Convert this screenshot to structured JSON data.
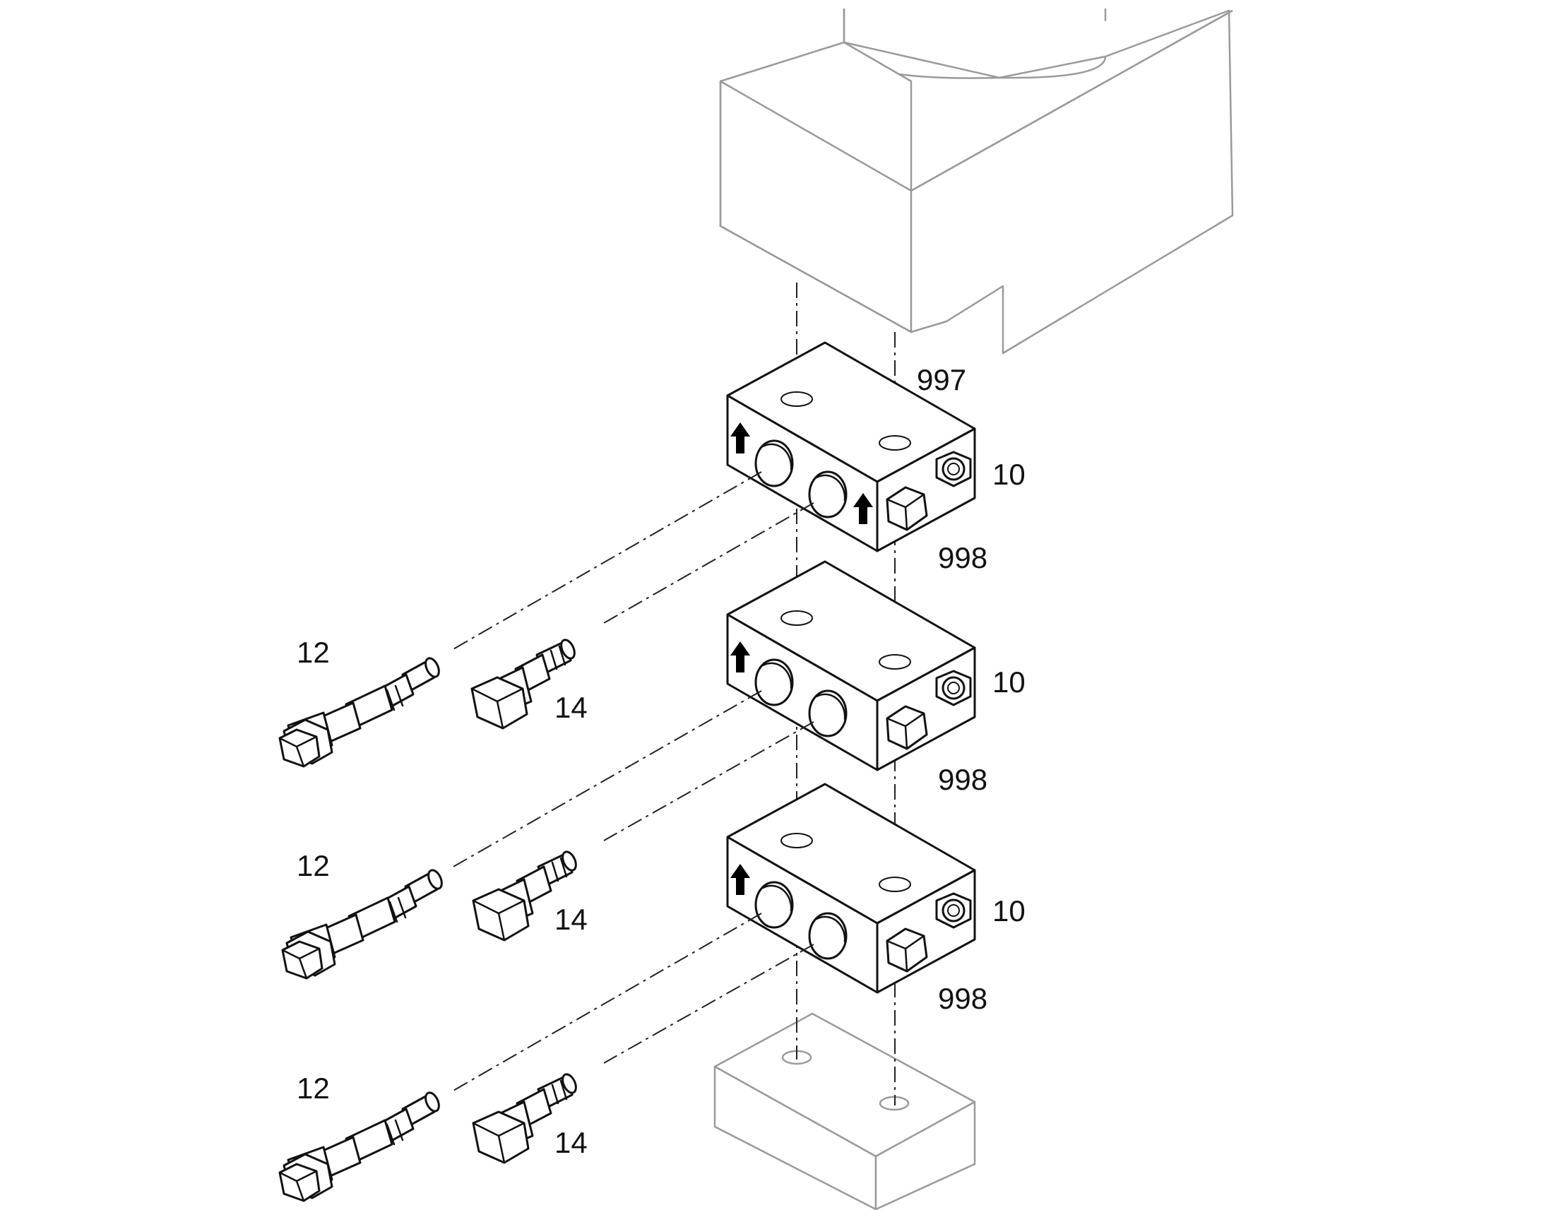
{
  "callouts": {
    "label_997": "997",
    "label_998": "998",
    "label_10": "10",
    "label_12": "12",
    "label_14": "14"
  },
  "colors": {
    "part_outline": "#111111",
    "ghost_outline": "#9a9a9a",
    "background": "#ffffff"
  }
}
